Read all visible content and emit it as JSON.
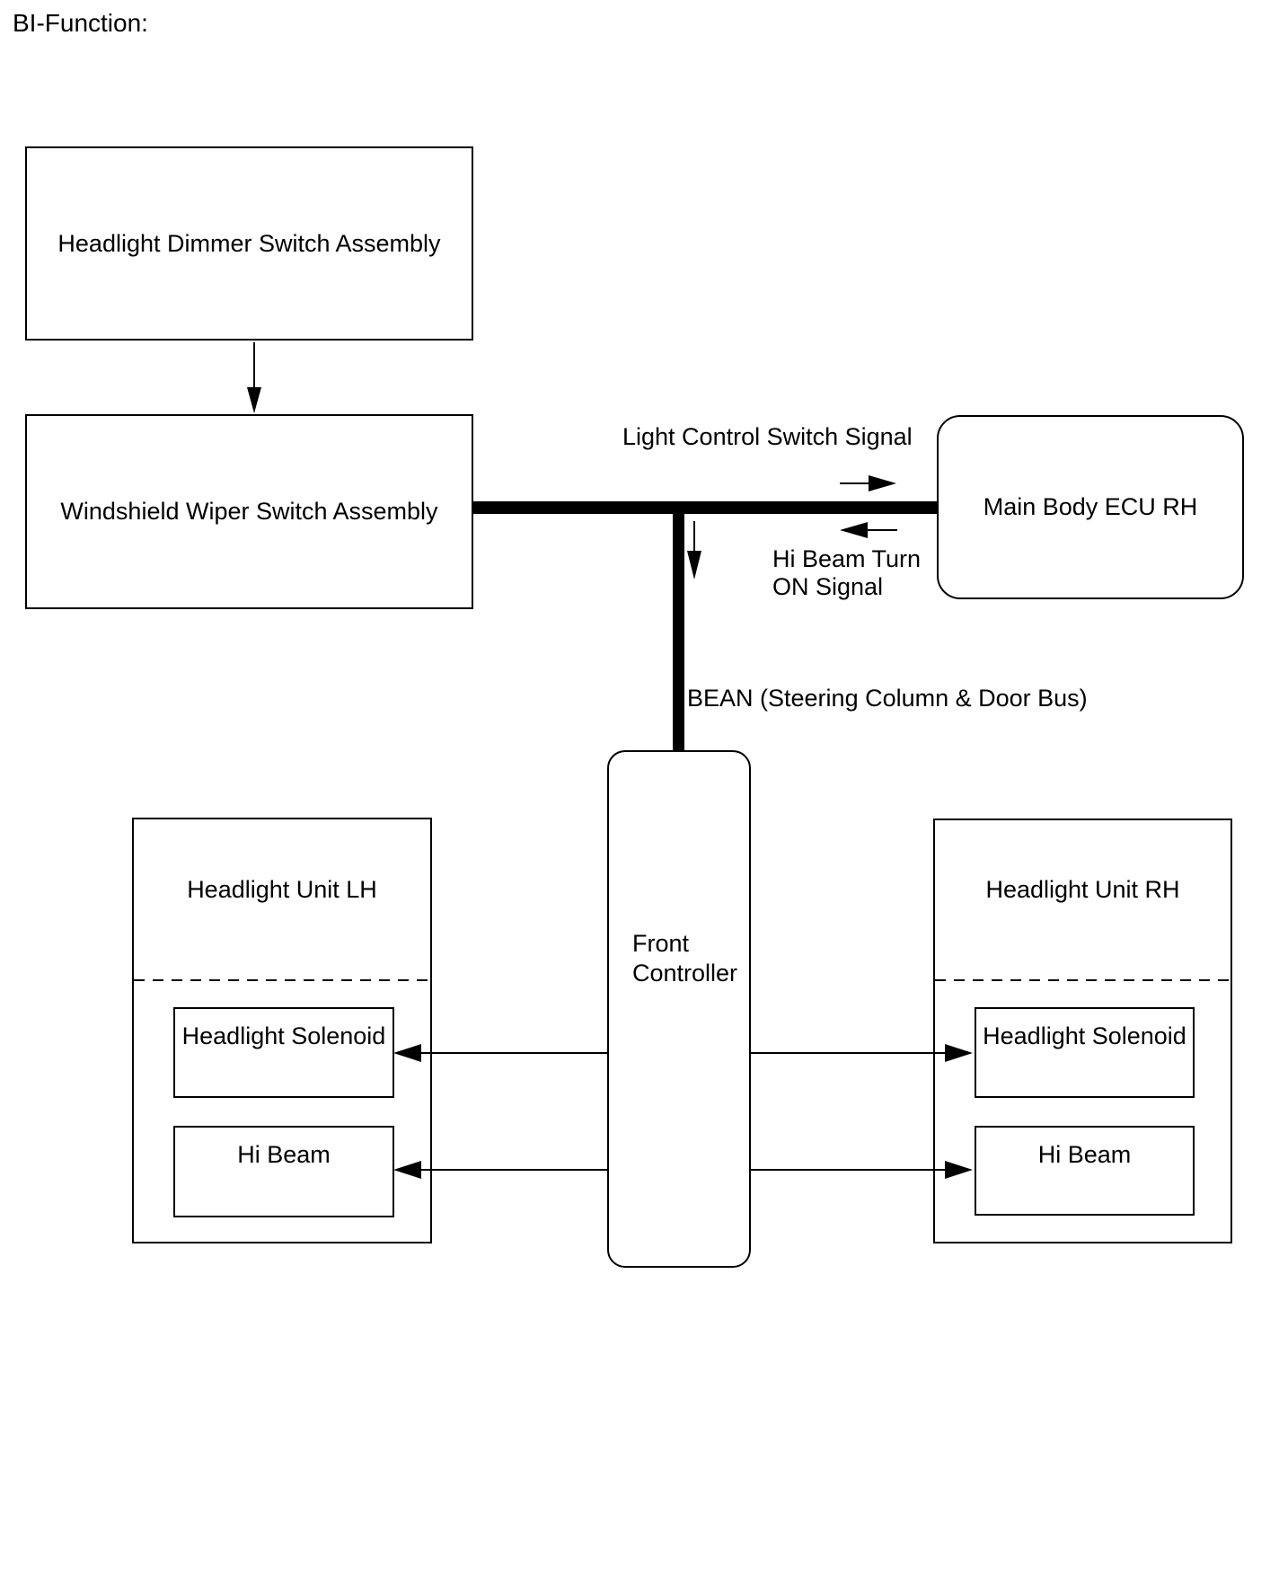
{
  "title": "BI-Function:",
  "colors": {
    "ink": "#000000",
    "background": "#ffffff"
  },
  "nodes": {
    "dimmer": {
      "label": "Headlight Dimmer Switch Assembly"
    },
    "wiper": {
      "label": "Windshield Wiper Switch Assembly"
    },
    "ecu": {
      "label": "Main Body ECU RH"
    },
    "front_controller": {
      "label": "Front\nController"
    },
    "headlight_lh": {
      "label": "Headlight Unit LH",
      "solenoid_label": "Headlight Solenoid",
      "hi_beam_label": "Hi Beam"
    },
    "headlight_rh": {
      "label": "Headlight Unit RH",
      "solenoid_label": "Headlight Solenoid",
      "hi_beam_label": "Hi Beam"
    }
  },
  "signals": {
    "light_control": "Light Control Switch Signal",
    "hi_beam_turn": "Hi Beam Turn\nON Signal",
    "bean_bus": "BEAN (Steering Column & Door Bus)"
  }
}
